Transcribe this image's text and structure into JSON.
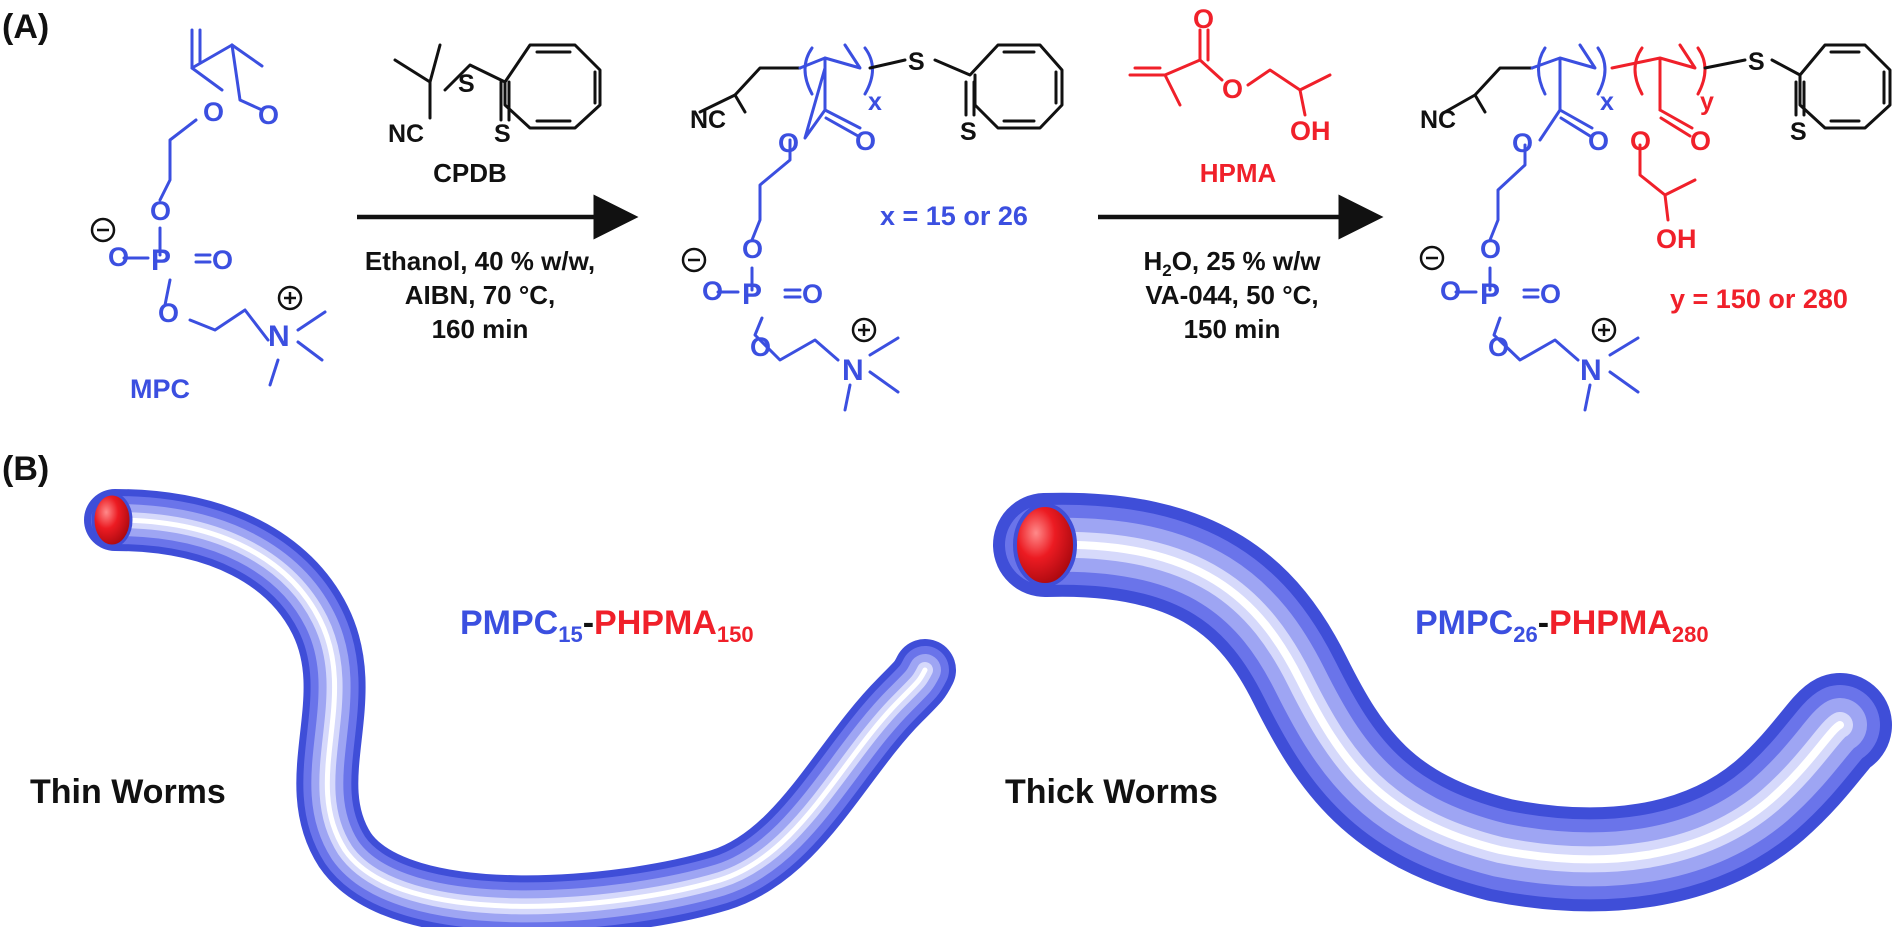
{
  "panel_a_label": "(A)",
  "panel_b_label": "(B)",
  "atoms": {
    "O": "O",
    "P": "P",
    "N": "N",
    "S": "S",
    "NC": "NC",
    "OH": "OH",
    "x": "x",
    "y": "y",
    "minus": "−",
    "plus": "+"
  },
  "mpc_label": "MPC",
  "cta": {
    "name": "CPDB",
    "conditions": [
      "Ethanol, 40 % w/w,",
      "AIBN, 70 °C,",
      "160 min"
    ]
  },
  "step2": {
    "monomer": "HPMA",
    "cond_solvent_h": "H",
    "cond_solvent_sub": "2",
    "cond_solvent_rest": "O, 25 % w/w",
    "conditions": [
      "VA-044, 50 °C,",
      "150 min"
    ]
  },
  "x_value": "x = 15 or 26",
  "y_value": "y = 150 or 280",
  "worms": {
    "thin": {
      "label": "Thin Worms",
      "block1": "PMPC",
      "block1_sub": "15",
      "dash": "-",
      "block2": "PHPMA",
      "block2_sub": "150"
    },
    "thick": {
      "label": "Thick Worms",
      "block1": "PMPC",
      "block1_sub": "26",
      "dash": "-",
      "block2": "PHPMA",
      "block2_sub": "280"
    }
  },
  "colors": {
    "text": "#111111",
    "pmpc_blue": "#3b4fe0",
    "phpma_red": "#f0202a",
    "worm_edge": "#4a56e0",
    "worm_core": "#ffffff",
    "cap_red": "#e0141c"
  }
}
